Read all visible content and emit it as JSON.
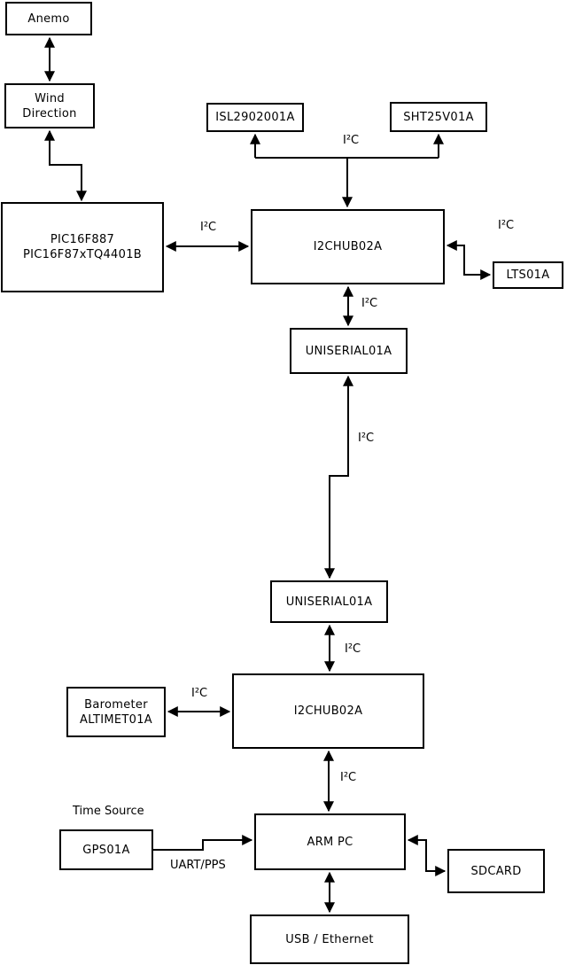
{
  "diagram": {
    "kind": "hardware-block-diagram",
    "colors": {
      "background": "#ffffff",
      "line": "#000000",
      "box_fill": "#ffffff",
      "text": "#000000"
    },
    "nodes": {
      "anemo": {
        "label": "Anemo"
      },
      "wind_direction": {
        "label": "Wind\nDirection"
      },
      "pic": {
        "label": "PIC16F887\nPIC16F87xTQ4401B"
      },
      "isl": {
        "label": "ISL2902001A"
      },
      "sht": {
        "label": "SHT25V01A"
      },
      "hub1": {
        "label": "I2CHUB02A"
      },
      "lts": {
        "label": "LTS01A"
      },
      "uniserial1": {
        "label": "UNISERIAL01A"
      },
      "uniserial2": {
        "label": "UNISERIAL01A"
      },
      "hub2": {
        "label": "I2CHUB02A"
      },
      "barometer": {
        "label": "Barometer\nALTIMET01A"
      },
      "arm_pc": {
        "label": "ARM PC"
      },
      "gps": {
        "label": "GPS01A"
      },
      "sdcard": {
        "label": "SDCARD"
      },
      "usb_ethernet": {
        "label": "USB / Ethernet"
      }
    },
    "edge_labels": {
      "i2c_pic_hub1": "I²C",
      "i2c_sensors_top": "I²C",
      "i2c_hub1_lts": "I²C",
      "i2c_hub1_uniserial1": "I²C",
      "i2c_uniserial_link": "I²C",
      "i2c_uniserial2_hub2": "I²C",
      "i2c_barometer_hub2": "I²C",
      "i2c_hub2_armpc": "I²C",
      "time_source": "Time Source",
      "uart_pps": "UART/PPS"
    }
  }
}
